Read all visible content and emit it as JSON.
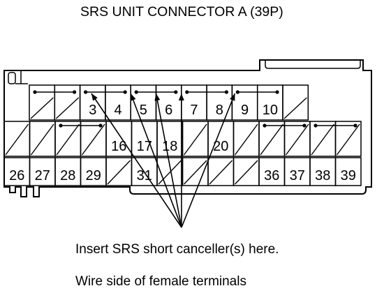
{
  "diagram": {
    "title": "SRS UNIT CONNECTOR A (39P)",
    "caption": "Insert SRS short canceller(s) here.",
    "footnote": "Wire side of female terminals",
    "rows": [
      [
        "",
        "",
        "3",
        "4",
        "5",
        "6",
        "7",
        "8",
        "9",
        "10",
        ""
      ],
      [
        "",
        "",
        "",
        "",
        "16",
        "17",
        "18",
        "",
        "20",
        "",
        "",
        "",
        "",
        ""
      ],
      [
        "26",
        "27",
        "28",
        "29",
        "",
        "31",
        "",
        "",
        "",
        "",
        "36",
        "37",
        "38",
        "39"
      ]
    ],
    "shorting_bars": [
      {
        "row": 0,
        "from": 0,
        "to": 1
      },
      {
        "row": 0,
        "from": 2,
        "to": 3
      },
      {
        "row": 0,
        "from": 4,
        "to": 5
      },
      {
        "row": 0,
        "from": 6,
        "to": 7
      },
      {
        "row": 0,
        "from": 8,
        "to": 9
      },
      {
        "row": 1,
        "from": 2,
        "to": 3
      },
      {
        "row": 1,
        "from": 10,
        "to": 11
      },
      {
        "row": 1,
        "from": 12,
        "to": 13
      }
    ],
    "pointer_targets": [
      {
        "row": 0,
        "cell": 3
      },
      {
        "row": 0,
        "cell": 4
      },
      {
        "row": 0,
        "cell": 5
      },
      {
        "row": 0,
        "cell": 6
      },
      {
        "row": 0,
        "cell": 8
      }
    ]
  }
}
